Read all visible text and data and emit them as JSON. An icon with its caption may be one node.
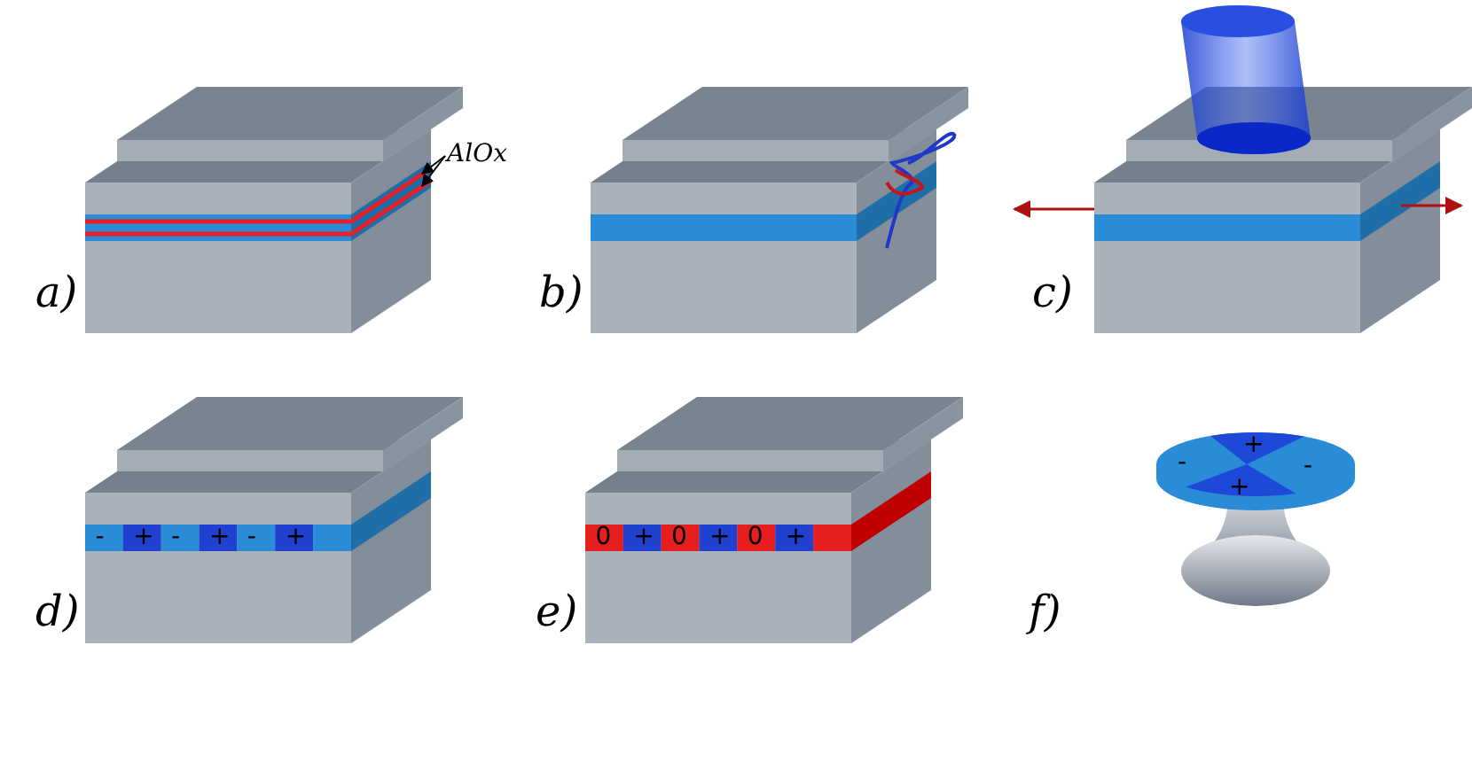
{
  "diagram": {
    "nodes": [
      {
        "text": [
          "AlOx"
        ]
      },
      {
        "text": [],
        "shape": "bar"
      },
      {
        "text": [],
        "shape": "bar"
      }
    ],
    "edges": [
      {
        "from": 0,
        "to": 1,
        "arrow": "to"
      },
      {
        "from": 0,
        "to": 2,
        "arrow": "to"
      }
    ],
    "labels": [
      "a)",
      "b)",
      "c)",
      "-",
      "+",
      "-",
      "+",
      "-",
      "+",
      "d)",
      "0",
      "+",
      "0",
      "+",
      "0",
      "+",
      "e)",
      "+",
      "-",
      "-",
      "+",
      "f)"
    ]
  }
}
